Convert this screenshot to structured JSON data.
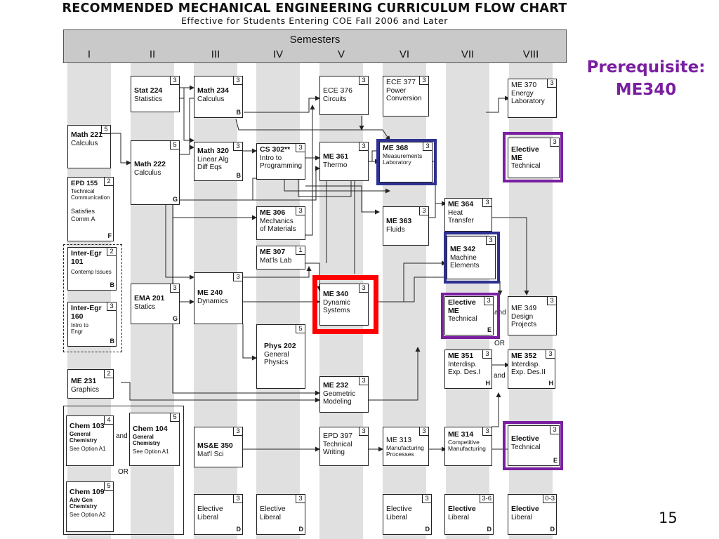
{
  "title": "RECOMMENDED MECHANICAL ENGINEERING CURRICULUM FLOW CHART",
  "subtitle": "Effective for Students Entering COE Fall 2006 and Later",
  "semesters_title": "Semesters",
  "semesters": [
    "I",
    "II",
    "III",
    "IV",
    "V",
    "VI",
    "VII",
    "VIII"
  ],
  "prerequisite": {
    "line1": "Prerequisite:",
    "line2": "ME340"
  },
  "page_number": "15",
  "highlight_colors": {
    "prereq": "#7a1fa0",
    "red": "#ff0000",
    "blue": "#2e3192",
    "purple": "#7a1fa0"
  },
  "connectors": {
    "and": "and",
    "or": "OR"
  },
  "courses": {
    "math221": {
      "code": "Math 221",
      "name": "Calculus",
      "credits": "5"
    },
    "epd155": {
      "code": "EPD 155",
      "credits": "2",
      "sub": "Technical Communication",
      "note": "Satisfies Comm A",
      "corner": "F"
    },
    "inter101": {
      "code": "Inter-Egr 101",
      "credits": "2",
      "sub": "Contemp Issues",
      "corner": "B"
    },
    "inter160": {
      "code": "Inter-Egr 160",
      "credits": "3",
      "sub": "Intro to Engr",
      "corner": "B"
    },
    "me231": {
      "code": "ME 231",
      "name": "Graphics",
      "credits": "2"
    },
    "chem103": {
      "code": "Chem 103",
      "name": "General Chemistry",
      "credits": "4",
      "option": "See Option A1"
    },
    "chem109": {
      "code": "Chem 109",
      "name": "Adv Gen Chemistry",
      "credits": "5",
      "option": "See Option A2"
    },
    "stat224": {
      "code": "Stat 224",
      "name": "Statistics",
      "credits": "3"
    },
    "math222": {
      "code": "Math 222",
      "name": "Calculus",
      "credits": "5",
      "corner": "G"
    },
    "ema201": {
      "code": "EMA 201",
      "name": "Statics",
      "credits": "3",
      "corner": "G"
    },
    "chem104": {
      "code": "Chem 104",
      "name": "General Chemistry",
      "credits": "5",
      "option": "See Option A1"
    },
    "math234": {
      "code": "Math 234",
      "name": "Calculus",
      "credits": "3",
      "corner": "B"
    },
    "math320": {
      "code": "Math 320",
      "name": "Linear Alg Diff Eqs",
      "credits": "3",
      "corner": "B"
    },
    "me240": {
      "code": "ME 240",
      "name": "Dynamics",
      "credits": "3"
    },
    "mse350": {
      "code": "MS&E 350",
      "name": "Mat'l Sci",
      "credits": "3"
    },
    "elec3": {
      "code": "Elective",
      "name": "Liberal",
      "credits": "3",
      "corner": "D"
    },
    "cs302": {
      "code": "CS 302**",
      "name": "Intro to Programming",
      "credits": "3"
    },
    "me306": {
      "code": "ME 306",
      "name": "Mechanics of Materials",
      "credits": "3"
    },
    "me307": {
      "code": "ME 307",
      "name": "Mat'ls Lab",
      "credits": "1"
    },
    "phys202": {
      "code": "Phys 202",
      "name": "General Physics",
      "credits": "5"
    },
    "elec4": {
      "code": "Elective",
      "name": "Liberal",
      "credits": "3",
      "corner": "D"
    },
    "ece376": {
      "code": "ECE 376",
      "name": "Circuits",
      "credits": "3"
    },
    "me361": {
      "code": "ME 361",
      "name": "Thermo",
      "credits": "3"
    },
    "me340": {
      "code": "ME 340",
      "name": "Dynamic Systems",
      "credits": "3"
    },
    "me232": {
      "code": "ME 232",
      "name": "Geometric Modeling",
      "credits": "3"
    },
    "epd397": {
      "code": "EPD 397",
      "name": "Technical Writing",
      "credits": "3"
    },
    "ece377": {
      "code": "ECE 377",
      "name": "Power Conversion",
      "credits": "3"
    },
    "me368": {
      "code": "ME 368",
      "name": "Measurements Laboratory",
      "credits": "3"
    },
    "me363": {
      "code": "ME 363",
      "name": "Fluids",
      "credits": "3"
    },
    "me313": {
      "code": "ME 313",
      "name": "Manufacturing Processes",
      "credits": "3"
    },
    "elec6": {
      "code": "Elective",
      "name": "Liberal",
      "credits": "3",
      "corner": "D"
    },
    "me364": {
      "code": "ME 364",
      "name": "Heat Transfer",
      "credits": "3"
    },
    "me342": {
      "code": "ME 342",
      "name": "Machine Elements",
      "credits": "3"
    },
    "electech7": {
      "code": "Elective ME",
      "name": "Technical",
      "credits": "3",
      "corner": "E"
    },
    "me351": {
      "code": "ME 351",
      "name": "Interdisp. Exp. Des.I",
      "credits": "3",
      "corner": "H"
    },
    "me314": {
      "code": "ME 314",
      "name": "Competitive Manufacturing",
      "credits": "3"
    },
    "elec7": {
      "code": "Elective",
      "name": "Liberal",
      "credits": "3-6",
      "corner": "D"
    },
    "me370": {
      "code": "ME 370",
      "name": "Energy Laboratory",
      "credits": "3"
    },
    "electech8": {
      "code": "Elective ME",
      "name": "Technical",
      "credits": "3"
    },
    "me349": {
      "code": "ME 349",
      "name": "Design Projects",
      "credits": "3"
    },
    "me352": {
      "code": "ME 352",
      "name": "Interdisp. Exp. Des.II",
      "credits": "3",
      "corner": "H"
    },
    "electech8b": {
      "code": "Elective",
      "name": "Technical",
      "credits": "3",
      "corner": "E"
    },
    "elec8": {
      "code": "Elective",
      "name": "Liberal",
      "credits": "0-3",
      "corner": "D"
    }
  }
}
